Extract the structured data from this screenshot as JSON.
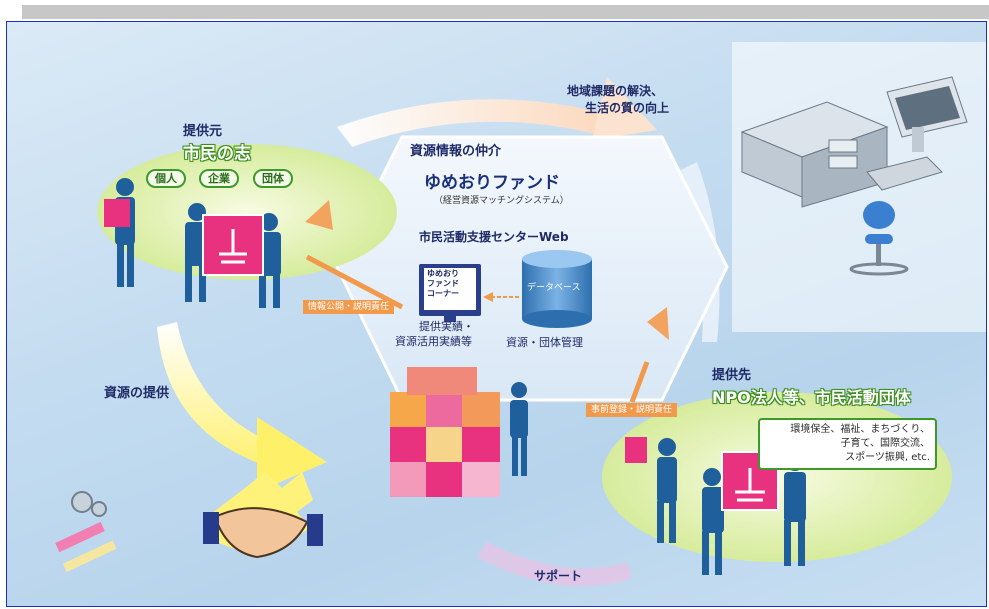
{
  "labels": {
    "top_right": [
      "地域課題の解決、",
      "生活の質の向上"
    ],
    "center_heading": "資源情報の仲介",
    "fund_name": "ゆめおりファンド",
    "fund_subtitle": "（経営資源マッチングシステム）",
    "web_center": "市民活動支援センターWeb",
    "db_label": "データベース",
    "screen_label": [
      "ゆめおり",
      "ファンド",
      "コーナー"
    ],
    "results_label": [
      "提供実績・",
      "資源活用実績等"
    ],
    "resource_mgmt": "資源・団体管理",
    "tag_left": "情報公開・説明責任",
    "tag_right": "事前登録・説明責任",
    "provider_title": "提供元",
    "provider_main": "市民の志",
    "provider_pills": [
      "個人",
      "企業",
      "団体"
    ],
    "resource_provision": "資源の提供",
    "recipient_title": "提供先",
    "recipient_main": "NPO法人等、市民活動団体",
    "recipient_examples": [
      "環境保全、福祉、まちづくり、",
      "子育て、国際交流、",
      "スポーツ振興, etc."
    ],
    "support": "サポート"
  },
  "colors": {
    "frame_border": "#1b2fc4",
    "navy_text": "#1e2a66",
    "green_accent": "#3d9a2a",
    "orange_tag": "#f29a4c",
    "pink_box": "#e8327f"
  }
}
